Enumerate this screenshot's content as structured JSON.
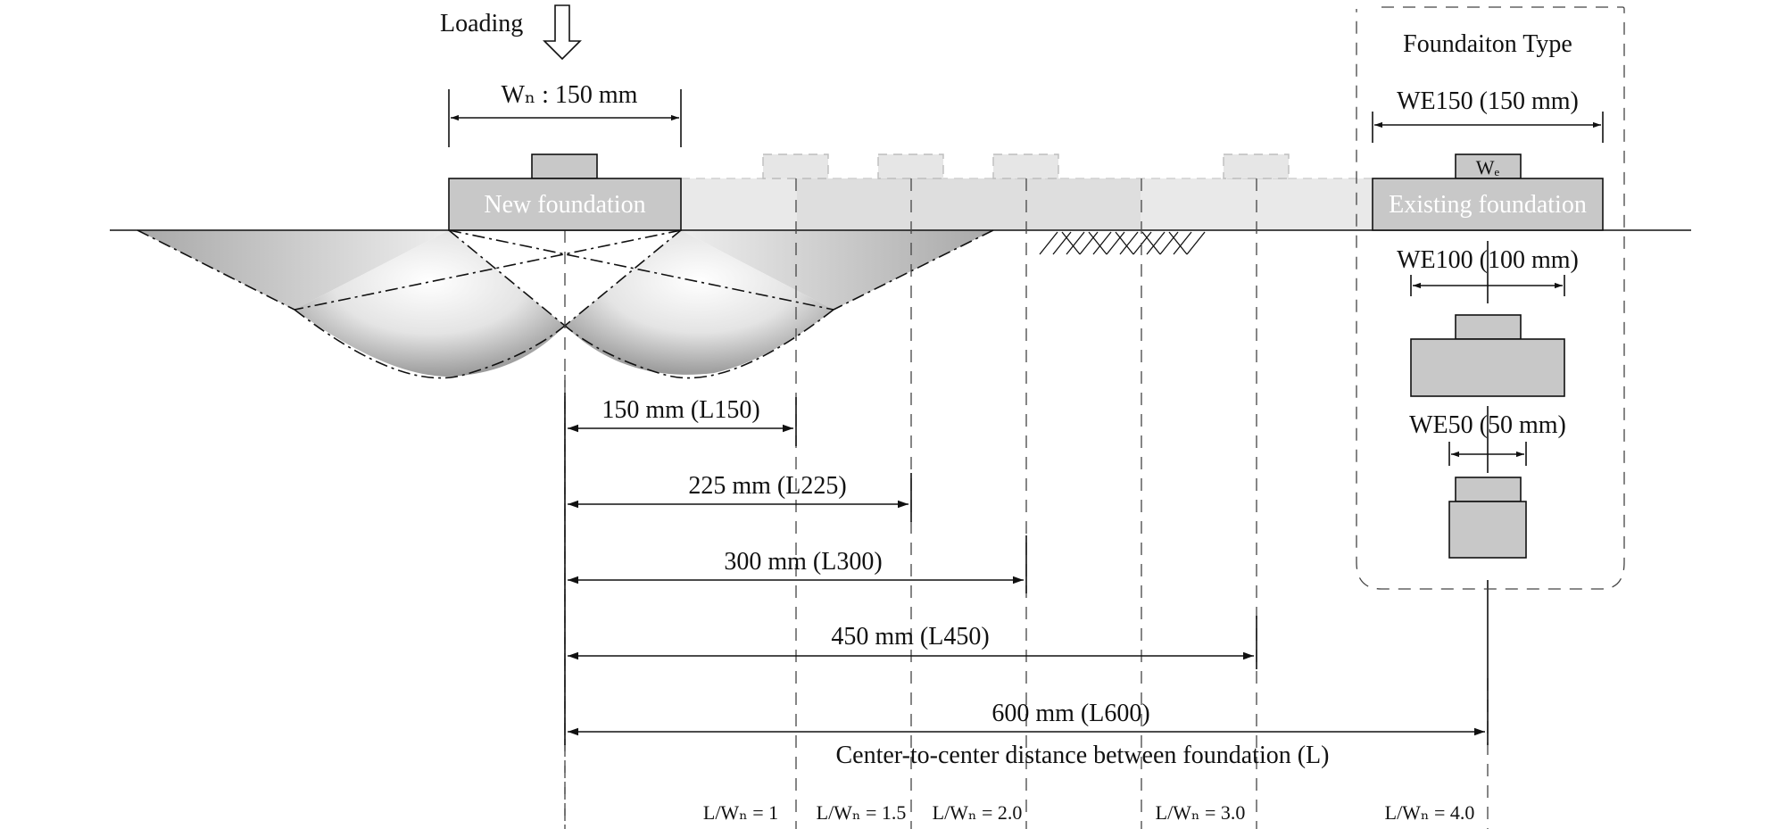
{
  "loading_label": "Loading",
  "new_foundation_width": "Wₙ : 150 mm",
  "new_foundation_label": "New foundation",
  "existing_foundation_label": "Existing foundation",
  "existing_width_symbol": "Wₑ",
  "foundation_type": {
    "title": "Foundaiton Type",
    "types": [
      {
        "label": "WE150 (150 mm)"
      },
      {
        "label": "WE100 (100 mm)"
      },
      {
        "label": "WE50 (50 mm)"
      }
    ]
  },
  "distances": [
    {
      "label": "150 mm (L150)"
    },
    {
      "label": "225 mm (L225)"
    },
    {
      "label": "300 mm (L300)"
    },
    {
      "label": "450 mm (L450)"
    },
    {
      "label": "600 mm (L600)"
    }
  ],
  "distance_caption": "Center-to-center distance between foundation (L)",
  "ratios": [
    {
      "label": "L/Wₙ = 1"
    },
    {
      "label": "L/Wₙ = 1.5"
    },
    {
      "label": "L/Wₙ = 2.0"
    },
    {
      "label": "L/Wₙ = 3.0"
    },
    {
      "label": "L/Wₙ = 4.0"
    }
  ]
}
